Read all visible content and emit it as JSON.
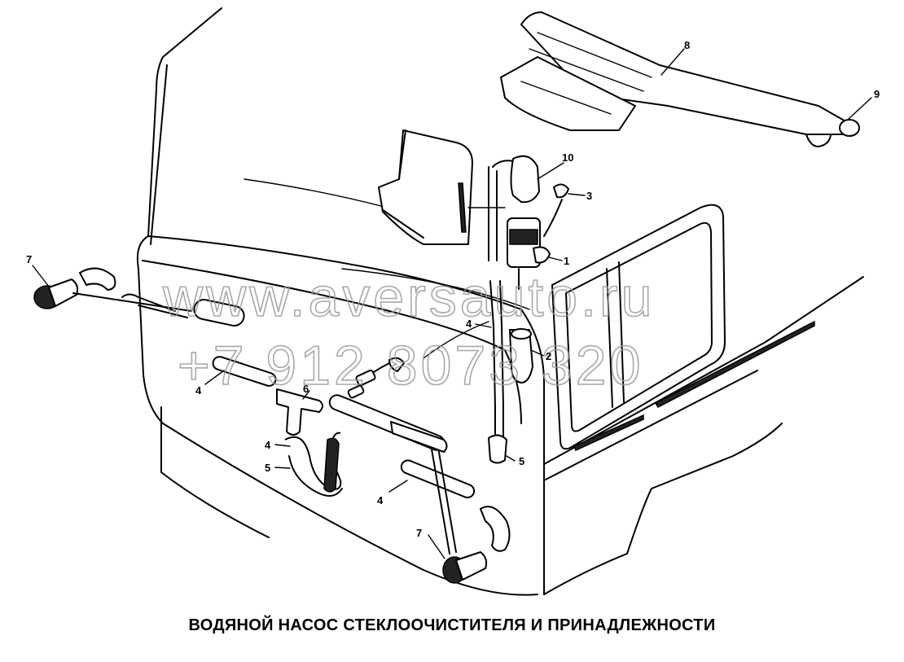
{
  "watermark": {
    "line1": "www.aversauto.ru",
    "line2": "+7 912 8073 320"
  },
  "callouts": {
    "c8": "8",
    "c9": "9",
    "c10": "10",
    "c3": "3",
    "c1": "1",
    "c7_left": "7",
    "c4_mid": "4",
    "c2": "2",
    "c4_left": "4",
    "c6": "6",
    "c4_hose": "4",
    "c5_hose": "5",
    "c5_right": "5",
    "c4_bottom": "4",
    "c7_bottom": "7"
  },
  "caption": "ВОДЯНОЙ НАСОС СТЕКЛООЧИСТИТЕЛЯ И ПРИНАДЛЕЖНОСТИ"
}
